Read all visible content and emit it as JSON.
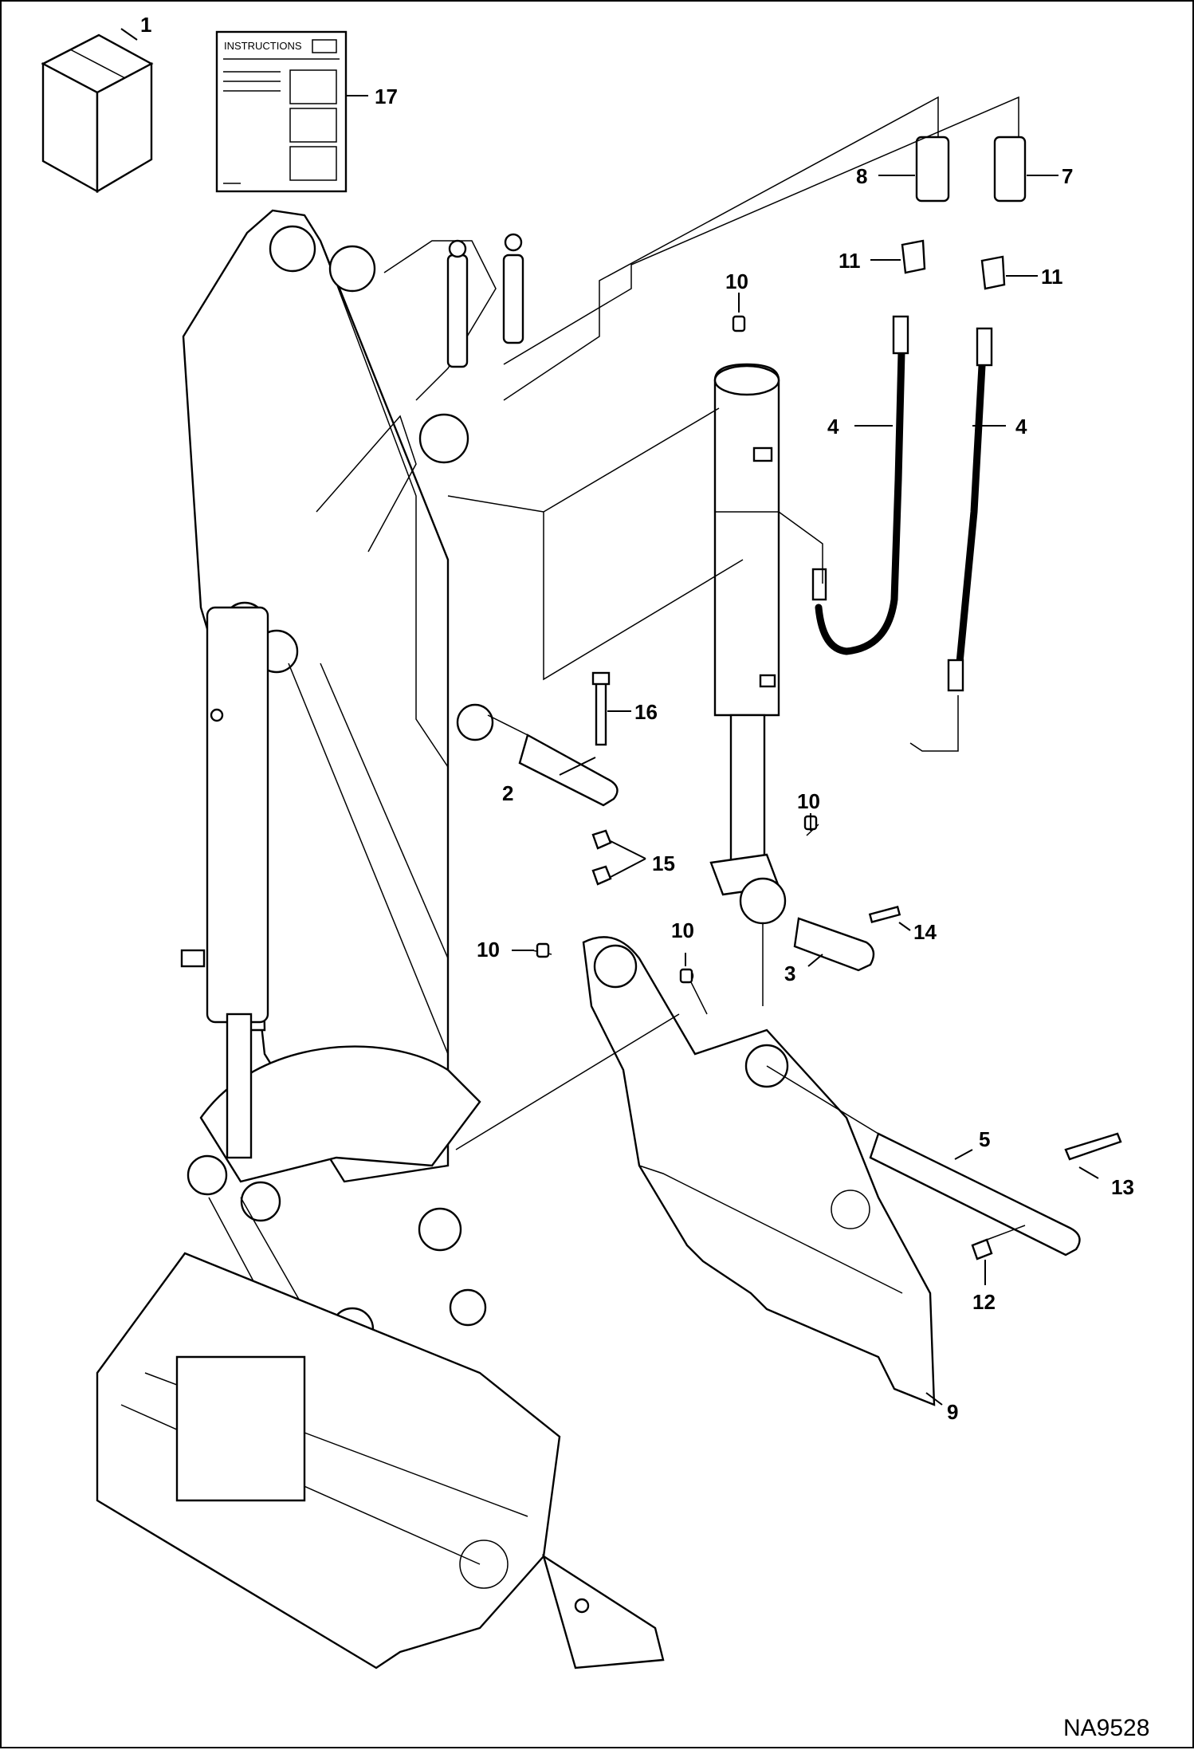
{
  "diagram": {
    "document_code": "NA9528",
    "instructions_label": "INSTRUCTIONS",
    "callouts": [
      {
        "id": "c1",
        "text": "1"
      },
      {
        "id": "c17",
        "text": "17"
      },
      {
        "id": "c8",
        "text": "8"
      },
      {
        "id": "c7",
        "text": "7"
      },
      {
        "id": "c11a",
        "text": "11"
      },
      {
        "id": "c11b",
        "text": "11"
      },
      {
        "id": "c10a",
        "text": "10"
      },
      {
        "id": "c4a",
        "text": "4"
      },
      {
        "id": "c4b",
        "text": "4"
      },
      {
        "id": "c16",
        "text": "16"
      },
      {
        "id": "c2",
        "text": "2"
      },
      {
        "id": "c15",
        "text": "15"
      },
      {
        "id": "c10b",
        "text": "10"
      },
      {
        "id": "c14",
        "text": "14"
      },
      {
        "id": "c3",
        "text": "3"
      },
      {
        "id": "c10c",
        "text": "10"
      },
      {
        "id": "c10d",
        "text": "10"
      },
      {
        "id": "c5",
        "text": "5"
      },
      {
        "id": "c13",
        "text": "13"
      },
      {
        "id": "c12",
        "text": "12"
      },
      {
        "id": "c9",
        "text": "9"
      }
    ]
  }
}
